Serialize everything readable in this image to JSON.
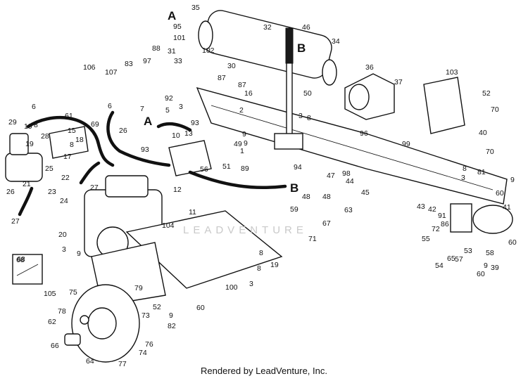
{
  "footer": "Rendered by LeadVenture, Inc.",
  "watermark": "LEADVENTURE",
  "inset_label": "68",
  "markers": [
    {
      "id": "A",
      "pos": "top"
    },
    {
      "id": "A",
      "pos": "mid"
    },
    {
      "id": "B",
      "pos": "top"
    },
    {
      "id": "B",
      "pos": "mid"
    }
  ],
  "callouts": [
    "35",
    "95",
    "101",
    "32",
    "46",
    "34",
    "88",
    "31",
    "102",
    "106",
    "107",
    "83",
    "97",
    "33",
    "30",
    "36",
    "37",
    "103",
    "52",
    "87",
    "87",
    "16",
    "92",
    "50",
    "70",
    "5",
    "93",
    "3",
    "8",
    "2",
    "6",
    "6",
    "7",
    "29",
    "19",
    "8",
    "15",
    "61",
    "69",
    "26",
    "18",
    "28",
    "8",
    "93",
    "13",
    "9",
    "40",
    "3",
    "96",
    "99",
    "70",
    "19",
    "17",
    "10",
    "9",
    "94",
    "98",
    "49",
    "89",
    "56",
    "51",
    "1",
    "8",
    "3",
    "25",
    "22",
    "21",
    "27",
    "23",
    "24",
    "12",
    "11",
    "44",
    "45",
    "47",
    "48",
    "48",
    "81",
    "9",
    "60",
    "41",
    "26",
    "27",
    "59",
    "63",
    "67",
    "20",
    "104",
    "42",
    "43",
    "91",
    "86",
    "72",
    "3",
    "9",
    "71",
    "55",
    "60",
    "53",
    "58",
    "39",
    "57",
    "9",
    "65",
    "54",
    "60",
    "68",
    "8",
    "19",
    "8",
    "3",
    "100",
    "79",
    "75",
    "105",
    "52",
    "60",
    "9",
    "73",
    "78",
    "62",
    "82",
    "66",
    "76",
    "74",
    "64",
    "77"
  ]
}
